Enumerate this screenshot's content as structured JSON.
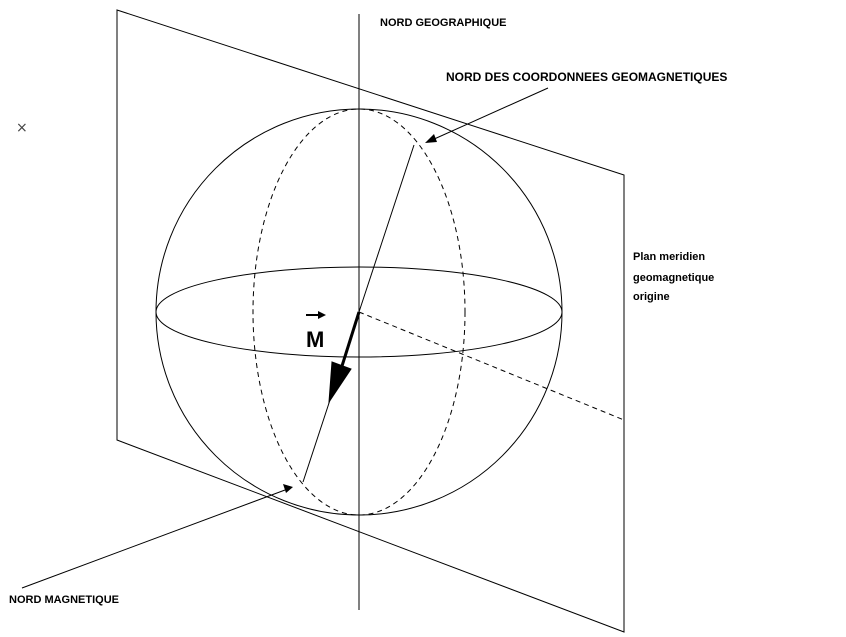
{
  "labels": {
    "nord_geographique": "NORD GEOGRAPHIQUE",
    "nord_coordonnees": "NORD DES COORDONNEES GEOMAGNETIQUES",
    "plan_line1": "Plan meridien",
    "plan_line2": "geomagnetique",
    "plan_line3": "origine",
    "moment_symbol": "M",
    "nord_magnetique": "NORD MAGNETIQUE",
    "cross_mark": "×"
  }
}
